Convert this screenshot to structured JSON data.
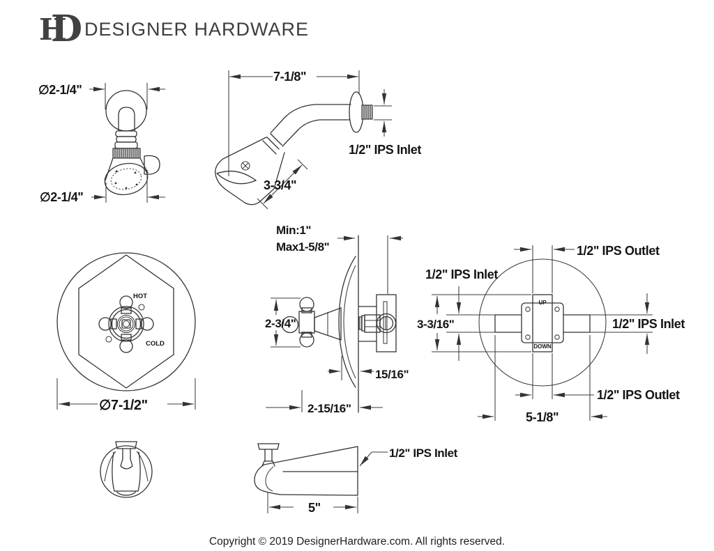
{
  "logo": {
    "monogram_h": "H",
    "monogram_d": "D",
    "brand": "DESIGNER HARDWARE"
  },
  "drawings": {
    "showerhead_front": {
      "dim_top": "∅2-1/4\"",
      "dim_bottom": "∅2-1/4\""
    },
    "shower_arm": {
      "dim_length": "7-1/8\"",
      "dim_head": "3-3/4\"",
      "label_inlet": "1/2\" IPS Inlet"
    },
    "escutcheon_front": {
      "label_hot": "HOT",
      "label_cold": "COLD",
      "dim_diameter": "∅7-1/2\""
    },
    "trim_side": {
      "dim_min": "Min:1\"",
      "dim_max": "Max1-5/8\"",
      "dim_handle": "2-3/4\"",
      "dim_depth": "15/16\"",
      "dim_total": "2-15/16\""
    },
    "rough_in_valve": {
      "label_outlet_top": "1/2\" IPS Outlet",
      "label_inlet_left": "1/2\" IPS Inlet",
      "dim_height": "3-3/16\"",
      "label_inlet_right": "1/2\" IPS Inlet",
      "label_outlet_bottom": "1/2\" IPS Outlet",
      "dim_width": "5-1/8\"",
      "label_up": "UP",
      "label_down": "DOWN"
    },
    "tub_spout": {
      "dim_length": "5\"",
      "label_inlet": "1/2\" IPS Inlet"
    }
  },
  "footer": {
    "copyright": "Copyright © 2019 DesignerHardware.com. All rights reserved."
  },
  "colors": {
    "line": "#333333",
    "text": "#141414",
    "logo": "#3d3d3d"
  }
}
